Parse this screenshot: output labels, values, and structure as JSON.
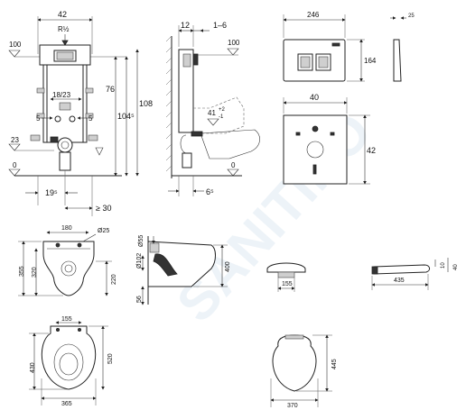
{
  "watermark": {
    "text": "SANITINO"
  },
  "frame_front": {
    "width": "42",
    "pipe": "R½",
    "flush_height": "100",
    "bracket_spacing": "18/23",
    "height_76": "76",
    "height_104": "104⁵",
    "height_108": "108",
    "side_left": "5",
    "side_right": "5",
    "floor_23": "23",
    "floor_0": "0",
    "offset_19": "19⁵",
    "min_30": "≥ 30"
  },
  "frame_side": {
    "depth_12": "12",
    "depth_range": "1–6",
    "flush_height": "100",
    "seat_height": "41",
    "seat_tol_plus": "+2",
    "seat_tol_minus": "-1",
    "floor_0": "0",
    "offset_6": "6⁵"
  },
  "flush_plate": {
    "width": "246",
    "height": "164",
    "thickness": "25"
  },
  "sound_pad": {
    "width": "40",
    "height": "42"
  },
  "bowl_front": {
    "width_180": "180",
    "hole_dia": "Ø25",
    "height_355": "355",
    "height_320": "320",
    "height_220": "220"
  },
  "bowl_side": {
    "dim_65": "Ø55",
    "dim_102": "Ø102",
    "length_400": "400",
    "dim_56": "56"
  },
  "seat_rear": {
    "width": "155"
  },
  "seat_side": {
    "dim_10": "10",
    "dim_40": "40",
    "length": "435"
  },
  "bowl_top": {
    "width_155": "155",
    "length_430": "430",
    "length_520": "520",
    "width_365": "365"
  },
  "seat_top": {
    "length": "445",
    "width": "370"
  }
}
